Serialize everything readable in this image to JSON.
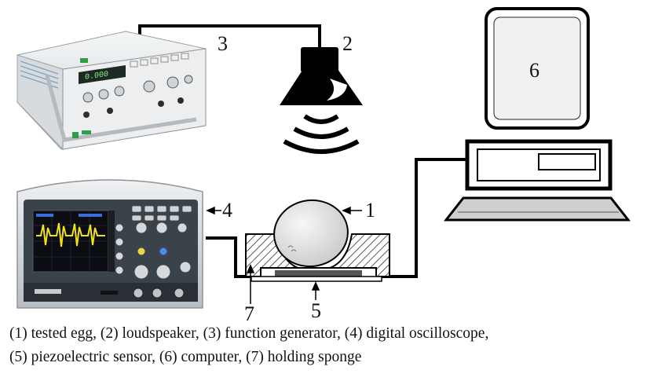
{
  "labels": {
    "egg": "1",
    "loudspeaker": "2",
    "function_generator": "3",
    "oscilloscope": "4",
    "sensor": "5",
    "computer": "6",
    "sponge": "7"
  },
  "caption": {
    "line1": "(1) tested egg, (2) loudspeaker, (3) function generator, (4) digital oscilloscope,",
    "line2": "(5) piezoelectric sensor, (6) computer, (7) holding sponge"
  },
  "colors": {
    "wire": "#000000",
    "device_body": "#e6e8ea",
    "device_front": "#2a3238",
    "scope_screen": "#0b0d12",
    "trace_yellow": "#f2e21b",
    "generator_green": "#2f9d4a",
    "egg_fill": "#e8e8e8"
  }
}
